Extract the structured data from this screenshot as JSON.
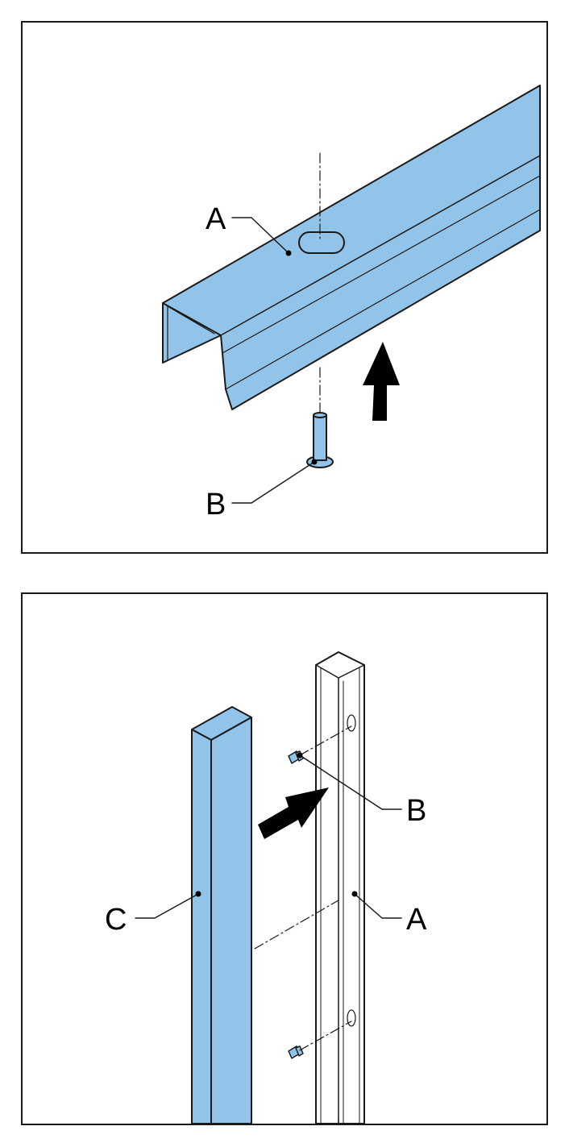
{
  "colors": {
    "part_fill": "#92c3e8",
    "outline": "#1a1a1a",
    "background": "#ffffff"
  },
  "step_1": {
    "labels": {
      "a": "A",
      "b": "B"
    },
    "icons": [
      "channel-profile",
      "rivet",
      "up-arrow"
    ]
  },
  "step_2": {
    "labels": {
      "a": "A",
      "b": "B",
      "c": "C"
    },
    "icons": [
      "square-tube",
      "channel-post",
      "screw",
      "insert-arrow"
    ]
  }
}
